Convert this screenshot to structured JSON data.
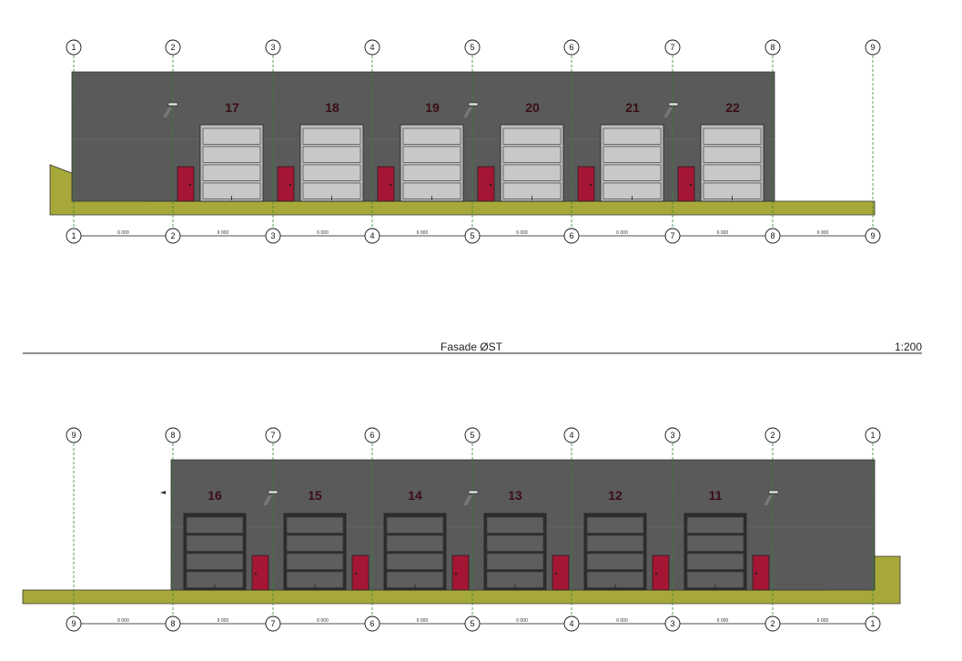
{
  "title": "Fasade ØST",
  "scale": "1:200",
  "colors": {
    "wall": "#5a5a5a",
    "ground": "#a6a83a",
    "door": "#a51634",
    "grid_line": "#2e8b2e",
    "gate_light": "#c8c8c8",
    "gate_dark": "#5e5e5e"
  },
  "icons": [
    "wall-lamp-icon",
    "pedestrian-door-icon",
    "overhead-gate-icon",
    "grid-bubble-icon"
  ],
  "upper_elevation": {
    "top_grid_labels": [
      "1",
      "2",
      "3",
      "4",
      "5",
      "6",
      "7",
      "8",
      "9"
    ],
    "bottom_grid_labels": [
      "1",
      "2",
      "3",
      "4",
      "5",
      "6",
      "7",
      "8",
      "9"
    ],
    "dimensions": [
      "6 000",
      "6 000",
      "6 000",
      "6 000",
      "6 000",
      "6 000",
      "6 000",
      "6 000"
    ],
    "units": [
      "17",
      "18",
      "19",
      "20",
      "21",
      "22"
    ]
  },
  "lower_elevation": {
    "top_grid_labels": [
      "9",
      "8",
      "7",
      "6",
      "5",
      "4",
      "3",
      "2",
      "1"
    ],
    "bottom_grid_labels": [
      "9",
      "8",
      "7",
      "6",
      "5",
      "4",
      "3",
      "2",
      "1"
    ],
    "dimensions": [
      "6 000",
      "6 000",
      "6 000",
      "6 000",
      "6 000",
      "6 000",
      "6 000",
      "6 000"
    ],
    "units": [
      "16",
      "15",
      "14",
      "13",
      "12",
      "11"
    ]
  }
}
